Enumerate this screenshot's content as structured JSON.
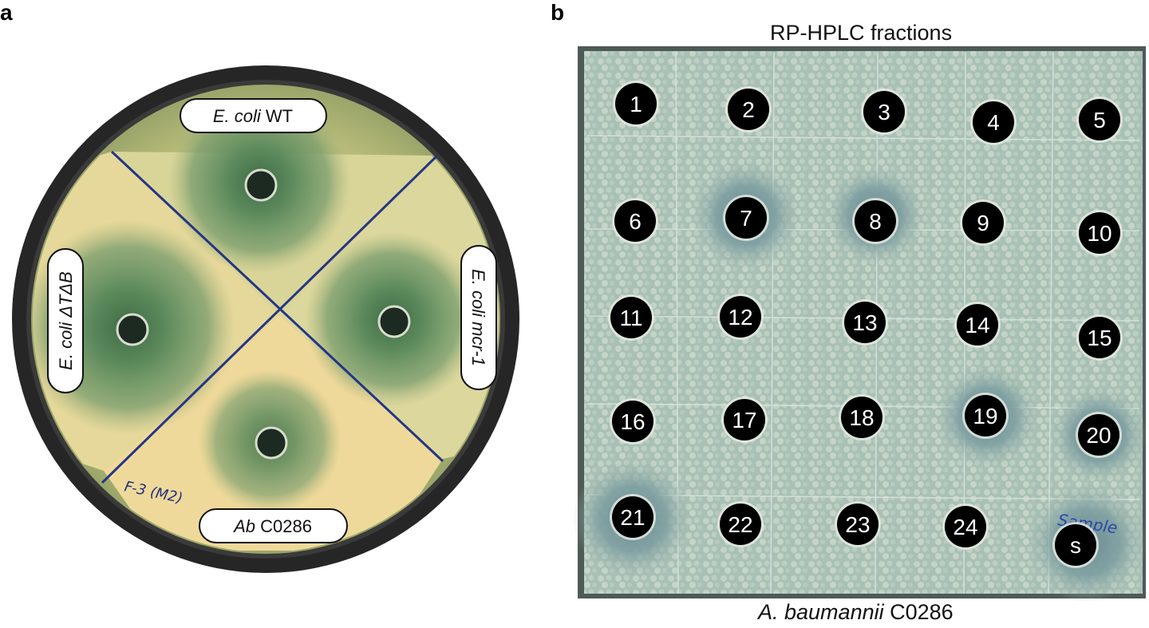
{
  "panel_a": {
    "letter": "a",
    "labels": {
      "top": {
        "italic": "E. coli",
        "normal": " WT"
      },
      "right": {
        "italic": "E. coli mcr-1",
        "normal": ""
      },
      "left": {
        "italic": "E. coli ΔTΔB",
        "normal": ""
      },
      "bottom": {
        "italic": "Ab",
        "normal": " C0286"
      }
    },
    "handwriting": "F-3 (M2)"
  },
  "panel_b": {
    "letter": "b",
    "title": "RP-HPLC fractions",
    "caption_italic": "A. baumannii",
    "caption_normal": " C0286",
    "wells": [
      "1",
      "2",
      "3",
      "4",
      "5",
      "6",
      "7",
      "8",
      "9",
      "10",
      "11",
      "12",
      "13",
      "14",
      "15",
      "16",
      "17",
      "18",
      "19",
      "20",
      "21",
      "22",
      "23",
      "24",
      "s"
    ],
    "handwriting_sample": "Sample"
  },
  "colors": {
    "plate_rim": "#2a2a2a",
    "agar_a": "#c9c77a",
    "lawn_a": "#e2d494",
    "halo_a": "#5e8a5c",
    "agar_b": "#8fb0a6",
    "well_marker": "#000000",
    "marker_line": "#1f2f8a"
  }
}
